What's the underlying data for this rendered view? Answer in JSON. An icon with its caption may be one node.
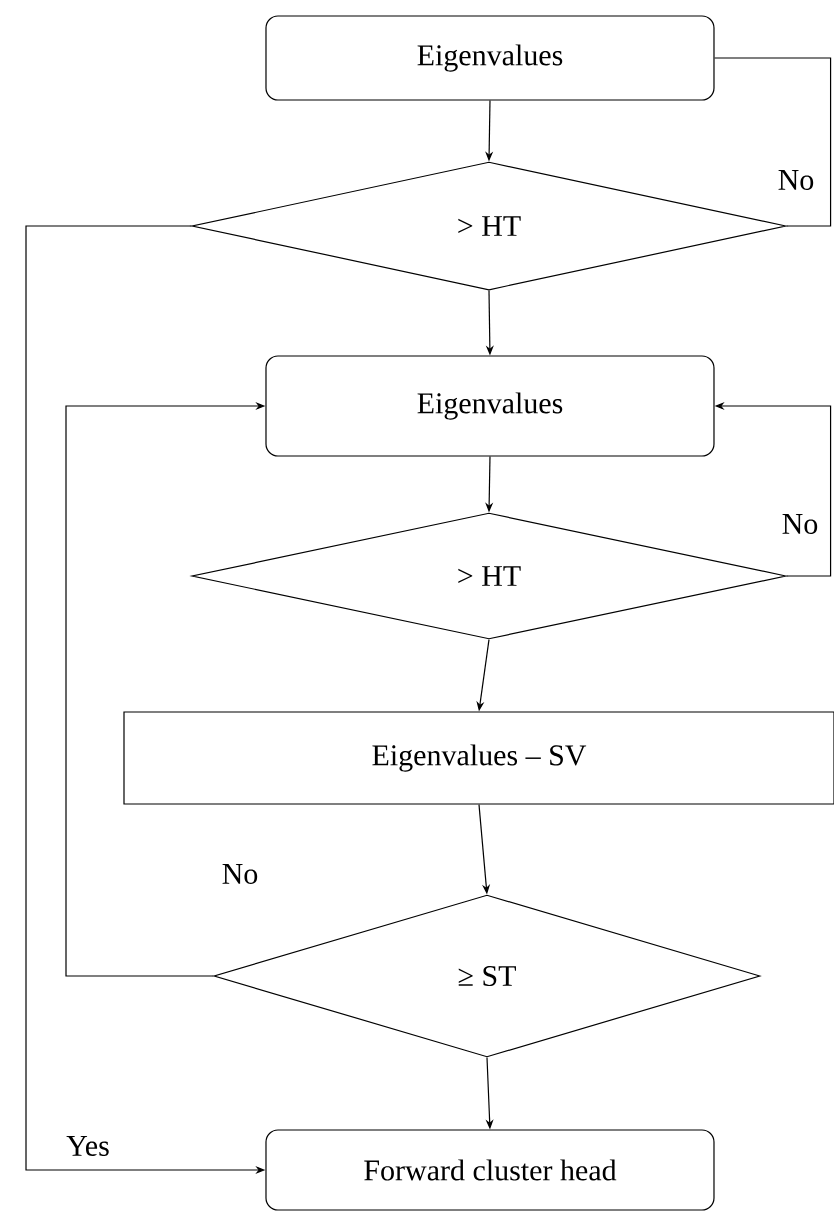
{
  "diagram": {
    "nodes": [
      {
        "text": [
          "Eigenvalues"
        ]
      },
      {
        "text": [
          "> HT"
        ]
      },
      {
        "text": [
          "Eigenvalues"
        ]
      },
      {
        "text": [
          "> HT"
        ]
      },
      {
        "text": [
          "Eigenvalues – SV"
        ]
      },
      {
        "text": [
          "≥ ST"
        ]
      },
      {
        "text": [
          "Forward cluster head"
        ]
      }
    ],
    "edges": [
      {
        "from": 0,
        "to": 1,
        "arrow": "to"
      },
      {
        "from": 0,
        "to": 1,
        "arrow": "none",
        "label": "No"
      },
      {
        "from": 1,
        "to": 2,
        "arrow": "to"
      },
      {
        "from": 1,
        "to": 6,
        "arrow": "to",
        "label": "Yes"
      },
      {
        "from": 2,
        "to": 3,
        "arrow": "to"
      },
      {
        "from": 3,
        "to": 2,
        "arrow": "to",
        "label": "No"
      },
      {
        "from": 3,
        "to": 4,
        "arrow": "to"
      },
      {
        "from": 4,
        "to": 5,
        "arrow": "to"
      },
      {
        "from": 5,
        "to": 2,
        "arrow": "to",
        "label": "No"
      },
      {
        "from": 5,
        "to": 6,
        "arrow": "to"
      }
    ]
  }
}
